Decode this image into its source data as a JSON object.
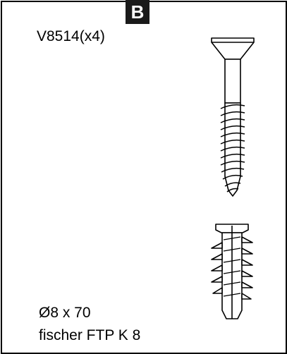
{
  "badge": {
    "label": "B"
  },
  "screw": {
    "code": "V8514(x4)"
  },
  "anchor": {
    "size": "Ø8 x 70",
    "name": "fischer FTP K 8"
  },
  "icons": {
    "screw": "countersunk-screw-icon",
    "anchor": "wall-plug-anchor-icon"
  }
}
